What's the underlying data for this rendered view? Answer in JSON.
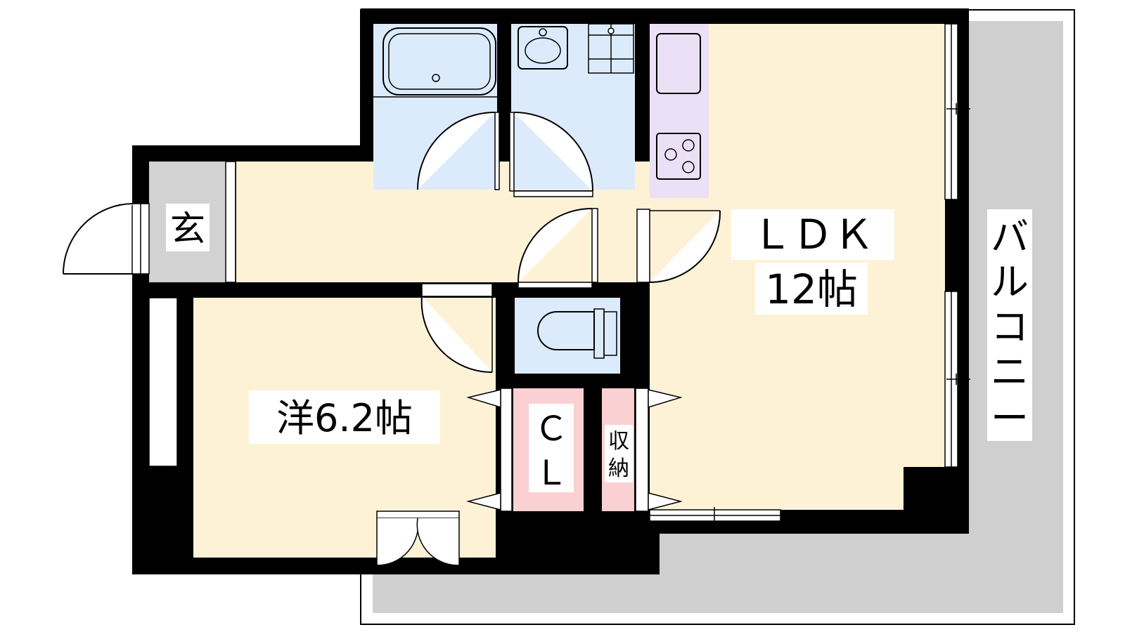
{
  "rooms": {
    "entrance": {
      "label": "玄"
    },
    "ldk": {
      "label_line1": "ＬＤＫ",
      "label_line2": "12帖"
    },
    "western": {
      "label": "洋6.2帖"
    },
    "closet": {
      "label_line1": "Ｃ",
      "label_line2": "Ｌ"
    },
    "storage": {
      "label_line1": "収",
      "label_line2": "納"
    },
    "balcony": {
      "label_chars": [
        "バ",
        "ル",
        "コ",
        "ニ",
        "ー"
      ]
    }
  },
  "colors": {
    "wall": "#000000",
    "floor": "#fdf2d6",
    "wet_area": "#dcebfc",
    "kitchen": "#ece0f6",
    "closet": "#fbd0d3",
    "entrance": "#d2d2d2",
    "balcony": "#cfcfcf"
  }
}
